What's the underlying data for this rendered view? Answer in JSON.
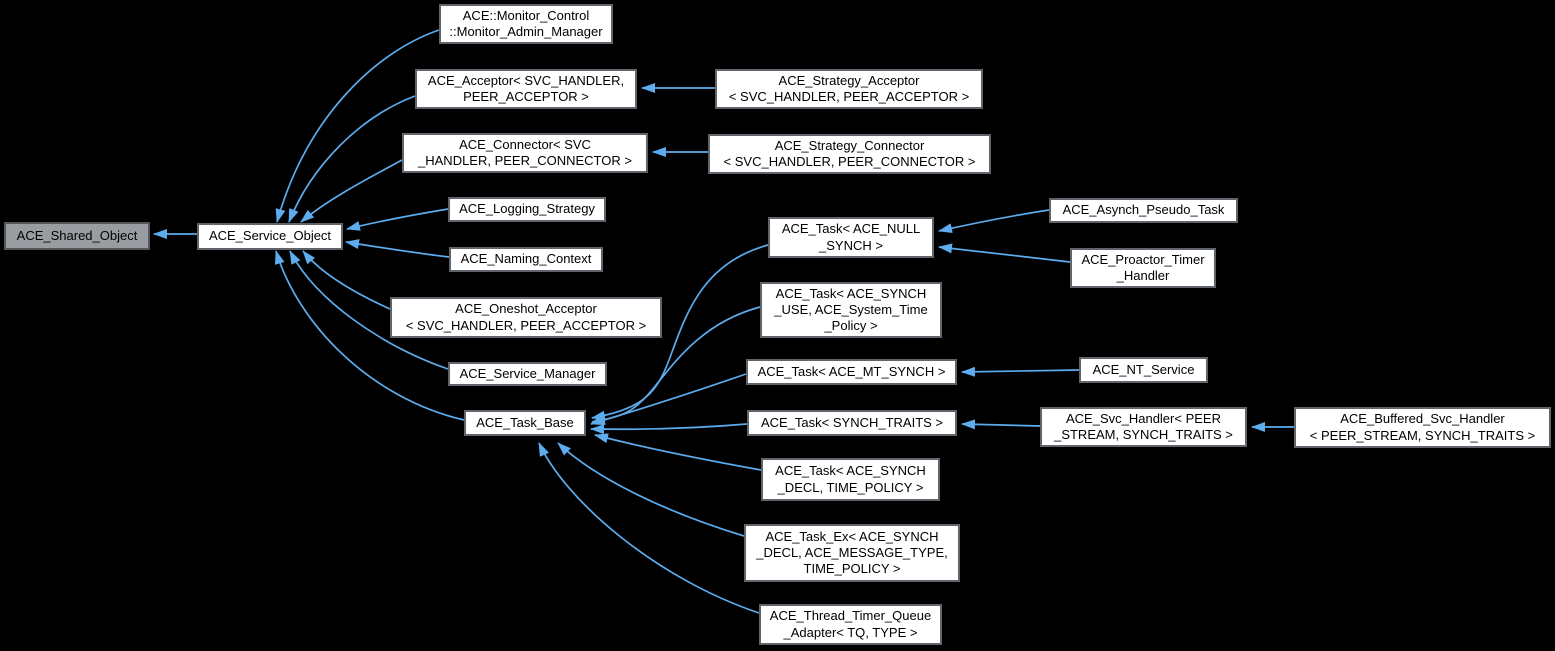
{
  "diagram": {
    "type": "class-inheritance-graph",
    "colors": {
      "background": "#000000",
      "edge": "#5cacee",
      "node_fill": "#ffffff",
      "node_border": "#60656b",
      "current_node_fill": "#999da1",
      "text": "#000000"
    },
    "nodes": {
      "shared_object": {
        "label": "ACE_Shared_Object"
      },
      "service_object": {
        "label": "ACE_Service_Object"
      },
      "monitor": {
        "label": "ACE::Monitor_Control\n::Monitor_Admin_Manager"
      },
      "acceptor": {
        "label": "ACE_Acceptor< SVC_HANDLER,\nPEER_ACCEPTOR >"
      },
      "strategy_acceptor": {
        "label": "ACE_Strategy_Acceptor\n< SVC_HANDLER, PEER_ACCEPTOR >"
      },
      "connector": {
        "label": "ACE_Connector< SVC\n_HANDLER, PEER_CONNECTOR >"
      },
      "strategy_connector": {
        "label": "ACE_Strategy_Connector\n< SVC_HANDLER, PEER_CONNECTOR >"
      },
      "logging_strategy": {
        "label": "ACE_Logging_Strategy"
      },
      "naming_context": {
        "label": "ACE_Naming_Context"
      },
      "oneshot_acceptor": {
        "label": "ACE_Oneshot_Acceptor\n< SVC_HANDLER, PEER_ACCEPTOR >"
      },
      "service_manager": {
        "label": "ACE_Service_Manager"
      },
      "task_base": {
        "label": "ACE_Task_Base"
      },
      "task_null_synch": {
        "label": "ACE_Task< ACE_NULL\n_SYNCH >"
      },
      "task_synch_use": {
        "label": "ACE_Task< ACE_SYNCH\n_USE, ACE_System_Time\n_Policy >"
      },
      "asynch_pseudo_task": {
        "label": "ACE_Asynch_Pseudo_Task"
      },
      "proactor_timer": {
        "label": "ACE_Proactor_Timer\n_Handler"
      },
      "task_mt_synch": {
        "label": "ACE_Task< ACE_MT_SYNCH >"
      },
      "nt_service": {
        "label": "ACE_NT_Service"
      },
      "task_synch_traits": {
        "label": "ACE_Task< SYNCH_TRAITS >"
      },
      "svc_handler": {
        "label": "ACE_Svc_Handler< PEER\n_STREAM, SYNCH_TRAITS >"
      },
      "buffered_svc_handler": {
        "label": "ACE_Buffered_Svc_Handler\n< PEER_STREAM, SYNCH_TRAITS >"
      },
      "task_synch_decl": {
        "label": "ACE_Task< ACE_SYNCH\n_DECL, TIME_POLICY >"
      },
      "task_ex": {
        "label": "ACE_Task_Ex< ACE_SYNCH\n_DECL, ACE_MESSAGE_TYPE,\nTIME_POLICY >"
      },
      "thread_timer_queue_adapter": {
        "label": "ACE_Thread_Timer_Queue\n_Adapter< TQ, TYPE >"
      }
    },
    "edges": [
      {
        "from": "service_object",
        "to": "shared_object"
      },
      {
        "from": "monitor",
        "to": "service_object"
      },
      {
        "from": "acceptor",
        "to": "service_object"
      },
      {
        "from": "connector",
        "to": "service_object"
      },
      {
        "from": "logging_strategy",
        "to": "service_object"
      },
      {
        "from": "naming_context",
        "to": "service_object"
      },
      {
        "from": "oneshot_acceptor",
        "to": "service_object"
      },
      {
        "from": "service_manager",
        "to": "service_object"
      },
      {
        "from": "task_base",
        "to": "service_object"
      },
      {
        "from": "strategy_acceptor",
        "to": "acceptor"
      },
      {
        "from": "strategy_connector",
        "to": "connector"
      },
      {
        "from": "task_null_synch",
        "to": "task_base"
      },
      {
        "from": "task_synch_use",
        "to": "task_base"
      },
      {
        "from": "task_mt_synch",
        "to": "task_base"
      },
      {
        "from": "task_synch_traits",
        "to": "task_base"
      },
      {
        "from": "task_synch_decl",
        "to": "task_base"
      },
      {
        "from": "task_ex",
        "to": "task_base"
      },
      {
        "from": "thread_timer_queue_adapter",
        "to": "task_base"
      },
      {
        "from": "asynch_pseudo_task",
        "to": "task_null_synch"
      },
      {
        "from": "proactor_timer",
        "to": "task_null_synch"
      },
      {
        "from": "nt_service",
        "to": "task_mt_synch"
      },
      {
        "from": "svc_handler",
        "to": "task_synch_traits"
      },
      {
        "from": "buffered_svc_handler",
        "to": "svc_handler"
      }
    ]
  }
}
